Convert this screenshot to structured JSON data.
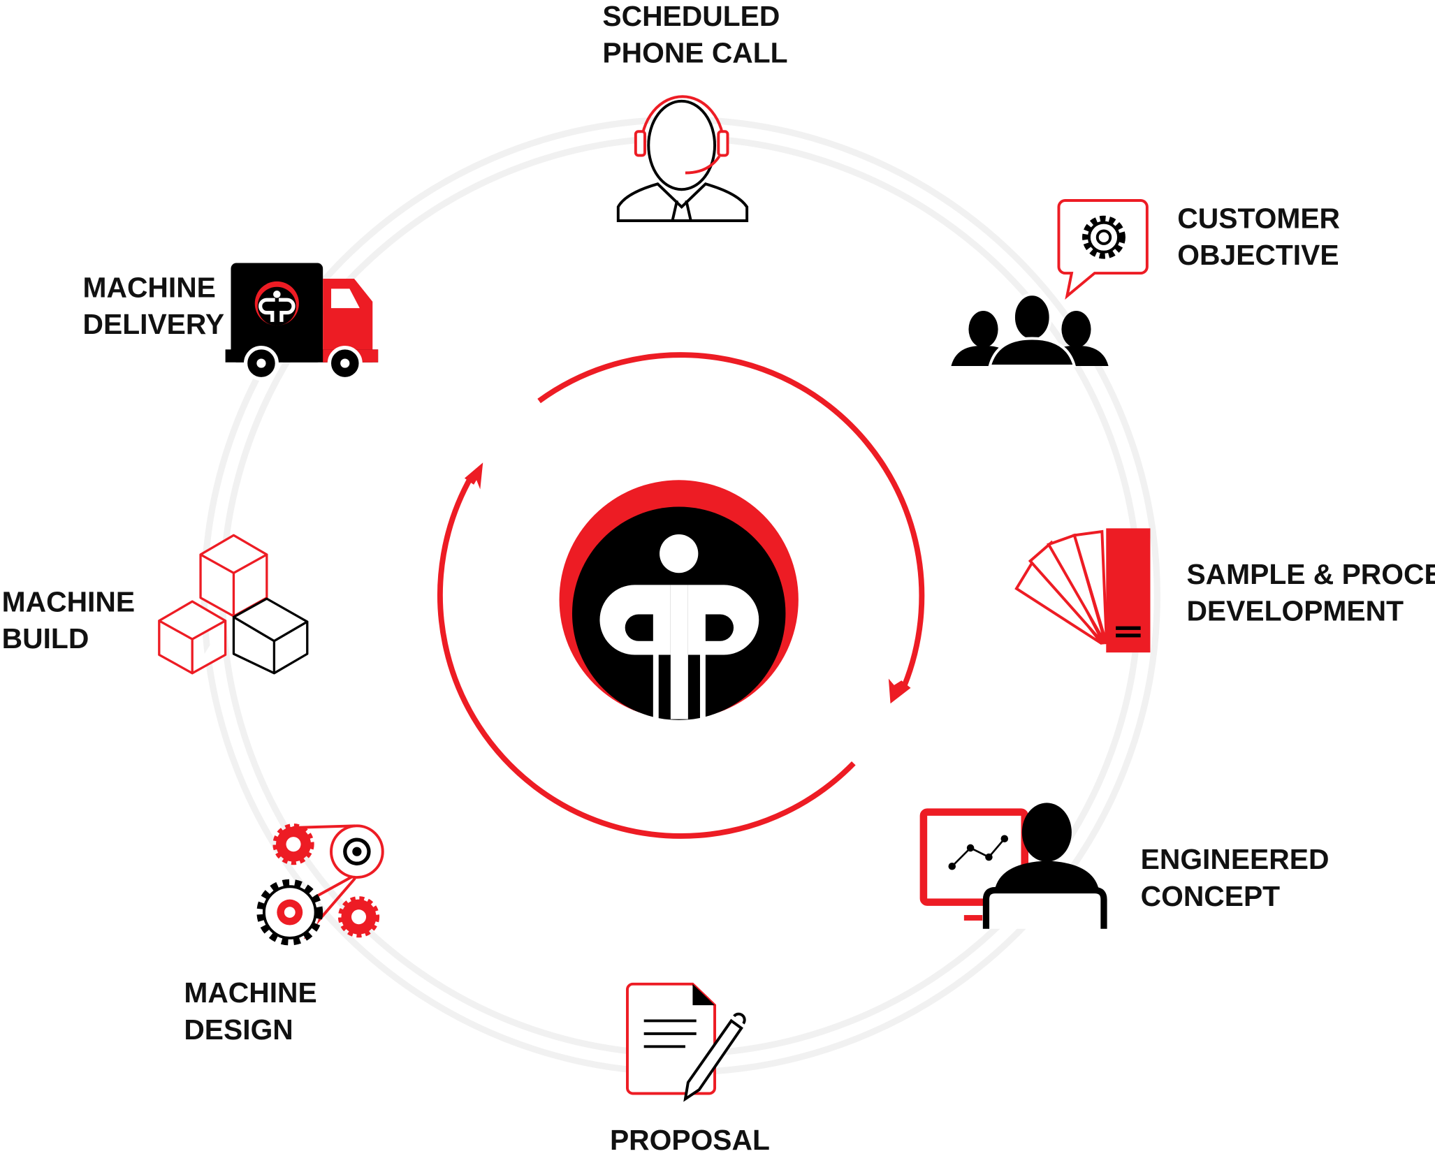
{
  "colors": {
    "accent": "#ed1c24",
    "ink": "#000000",
    "ring": "#f1f1f1"
  },
  "center_logo": {
    "icon": "pip-logo"
  },
  "steps": [
    {
      "icon": "headset-agent-icon",
      "line1": "SCHEDULED",
      "line2": "PHONE CALL"
    },
    {
      "icon": "group-speech-gear-icon",
      "line1": "CUSTOMER",
      "line2": "OBJECTIVE"
    },
    {
      "icon": "swatch-book-icon",
      "line1": "SAMPLE & PROCESS",
      "line2": "DEVELOPMENT"
    },
    {
      "icon": "presenter-monitor-icon",
      "line1": "ENGINEERED",
      "line2": "CONCEPT"
    },
    {
      "icon": "document-pen-icon",
      "line1": "PROPOSAL",
      "line2": ""
    },
    {
      "icon": "gears-belt-icon",
      "line1": "MACHINE",
      "line2": "DESIGN"
    },
    {
      "icon": "stacked-cubes-icon",
      "line1": "MACHINE",
      "line2": "BUILD"
    },
    {
      "icon": "delivery-truck-icon",
      "line1": "MACHINE",
      "line2": "DELIVERY"
    }
  ]
}
